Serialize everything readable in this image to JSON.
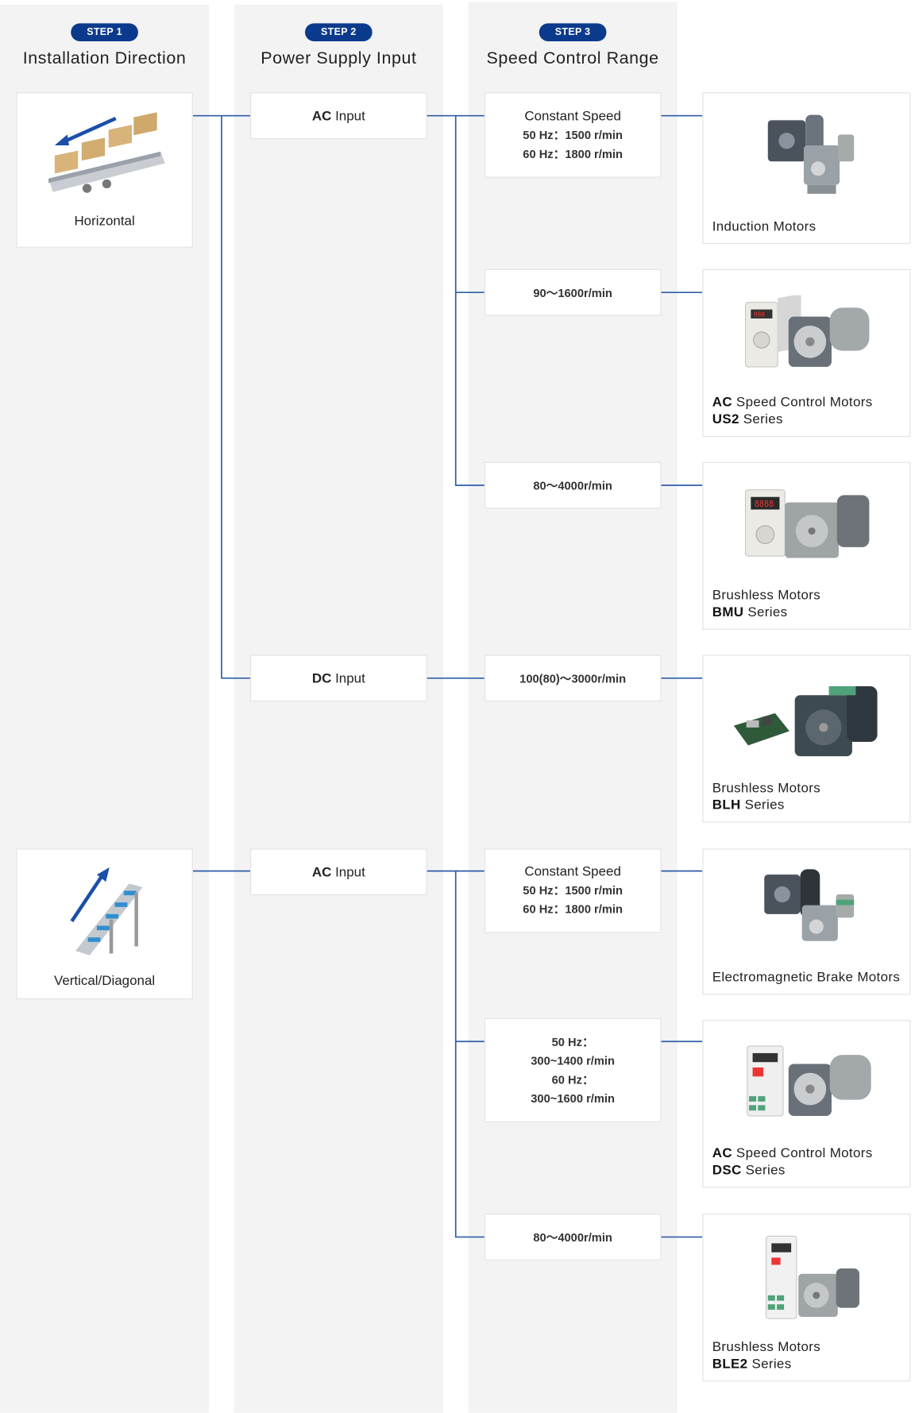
{
  "steps": [
    {
      "badge": "STEP 1",
      "title": "Installation Direction"
    },
    {
      "badge": "STEP 2",
      "title": "Power Supply Input"
    },
    {
      "badge": "STEP 3",
      "title": "Speed Control Range"
    }
  ],
  "installation": [
    {
      "label": "Horizontal",
      "icon": "horizontal-conveyor-icon"
    },
    {
      "label": "Vertical/Diagonal",
      "icon": "inclined-conveyor-icon"
    }
  ],
  "inputs": [
    {
      "bold": "AC",
      "rest": " Input"
    },
    {
      "bold": "DC",
      "rest": " Input"
    },
    {
      "bold": "AC",
      "rest": " Input"
    }
  ],
  "speeds": [
    {
      "title": "Constant Speed",
      "lines": [
        "50 Hz：1500 r/min",
        "60 Hz：1800 r/min"
      ]
    },
    {
      "title": "",
      "lines": [
        "90～1600r/min"
      ]
    },
    {
      "title": "",
      "lines": [
        "80～4000r/min"
      ]
    },
    {
      "title": "",
      "lines": [
        "100(80)～3000r/min"
      ]
    },
    {
      "title": "Constant Speed",
      "lines": [
        "50 Hz：1500 r/min",
        "60 Hz：1800 r/min"
      ]
    },
    {
      "title": "",
      "lines": [
        "50 Hz：",
        "300~1400 r/min",
        "60 Hz：",
        "300~1600 r/min"
      ]
    },
    {
      "title": "",
      "lines": [
        "80～4000r/min"
      ]
    }
  ],
  "products": [
    {
      "line1": "Induction Motors",
      "bold2": "",
      "rest2": ""
    },
    {
      "line1_bold": "AC",
      "line1_rest": " Speed Control Motors",
      "bold2": "US2",
      "rest2": " Series"
    },
    {
      "line1": "Brushless Motors",
      "bold2": "BMU",
      "rest2": " Series"
    },
    {
      "line1": "Brushless Motors",
      "bold2": "BLH",
      "rest2": " Series"
    },
    {
      "line1": "Electromagnetic Brake Motors",
      "bold2": "",
      "rest2": ""
    },
    {
      "line1_bold": "AC",
      "line1_rest": " Speed Control Motors",
      "bold2": "DSC",
      "rest2": " Series"
    },
    {
      "line1": "Brushless Motors",
      "bold2": "BLE2",
      "rest2": " Series"
    }
  ],
  "colors": {
    "accent": "#0b3a8c",
    "connector": "#2f5ea8",
    "column_bg": "#f3f3f3"
  }
}
